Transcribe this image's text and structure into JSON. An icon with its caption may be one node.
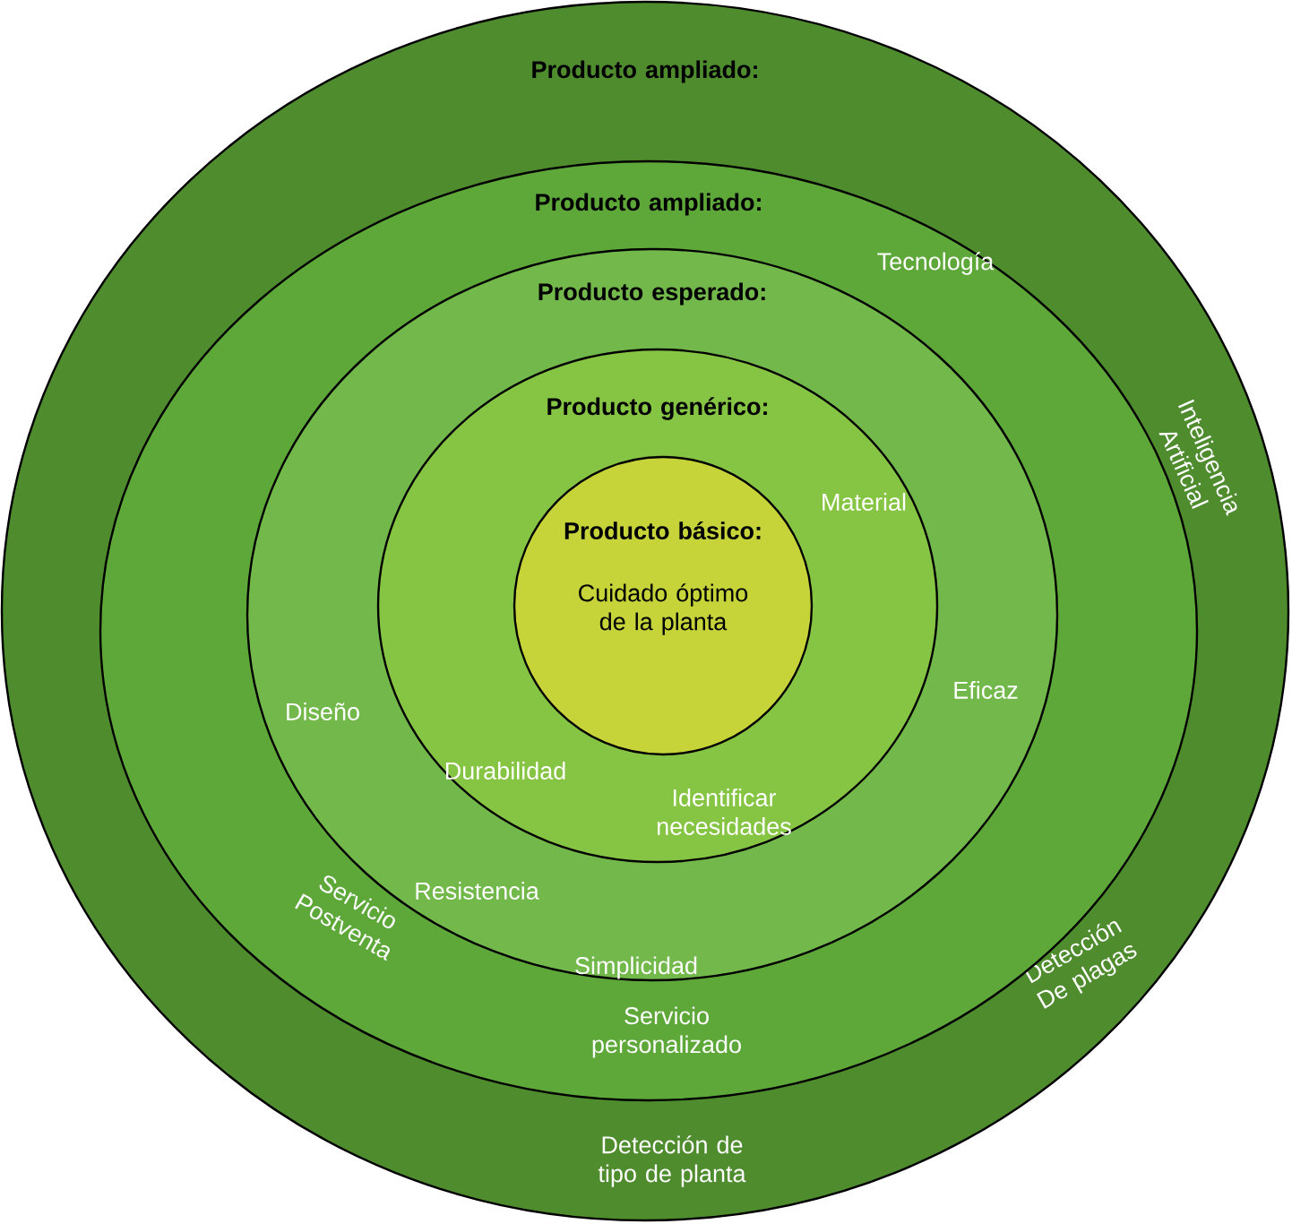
{
  "diagram": {
    "nodes": [
      {
        "text": [
          "Producto ampliado:",
          "Inteligencia Artificial",
          "Detección De plagas",
          "Detección de tipo de planta"
        ]
      },
      {
        "text": [
          "Producto ampliado:",
          "Tecnología",
          "Servicio Postventa",
          "Servicio personalizado"
        ],
        "in": 0
      },
      {
        "text": [
          "Producto esperado:",
          "Diseño",
          "Eficaz",
          "Resistencia",
          "Simplicidad"
        ],
        "in": 1
      },
      {
        "text": [
          "Producto genérico:",
          "Material",
          "Durabilidad",
          "Identificar necesidades"
        ],
        "in": 2
      },
      {
        "text": [
          "Producto básico:",
          "Cuidado óptimo de la planta"
        ],
        "in": 3
      }
    ]
  }
}
